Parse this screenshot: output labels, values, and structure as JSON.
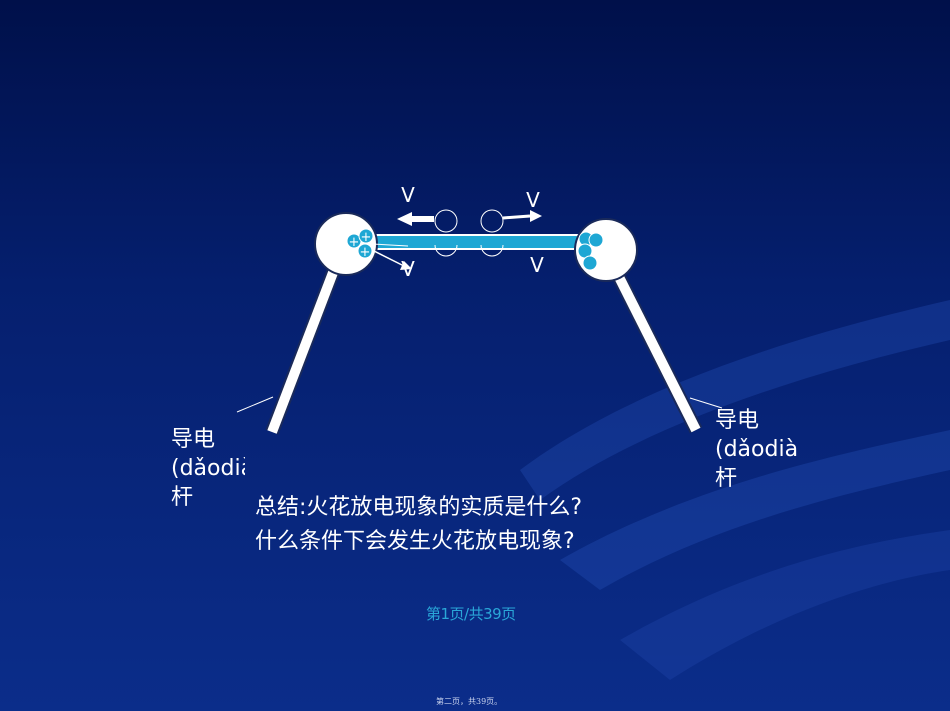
{
  "labels": {
    "rod_left": [
      "导电",
      "(dǎodià",
      "杆"
    ],
    "rod_right": [
      "导电",
      "(dǎodià",
      "杆"
    ],
    "velocity_symbols": [
      "V",
      "V",
      "V",
      "V"
    ]
  },
  "charges": {
    "left_ball_signs": [
      "+",
      "+",
      "+"
    ]
  },
  "summary": {
    "line1": "总结:火花放电现象的实质是什么?",
    "line2": "什么条件下会发生火花放电现象?"
  },
  "page_indicator": "第1页/共39页",
  "footer_note": "第二页，共39页。",
  "colors": {
    "charge": "#1ea7d4",
    "arrow": "#ffffff",
    "text": "#ffffff",
    "page_indicator": "#2aa7d8"
  }
}
